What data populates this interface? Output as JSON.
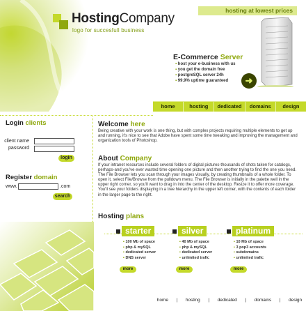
{
  "header": {
    "logo_bold": "Hosting",
    "logo_light": "Company",
    "slogan": "logo for succesfull business",
    "tagline": "hosting at lowest prices",
    "ecommerce": {
      "title_main": "E-Commerce",
      "title_accent": "Server",
      "features": [
        "host your e-business with us",
        "you get the domain free",
        "postgreSQL server 24h",
        "99.9% uptime guaranteed"
      ]
    }
  },
  "nav": [
    "home",
    "hosting",
    "dedicated",
    "domains",
    "design"
  ],
  "login": {
    "title_main": "Login",
    "title_accent": "clients",
    "client_label": "client name",
    "password_label": "password",
    "button": "login"
  },
  "register": {
    "title_main": "Register",
    "title_accent": "domain",
    "www": "www.",
    "com": ".com",
    "button": "search"
  },
  "welcome": {
    "title_main": "Welcome",
    "title_accent": "here",
    "text": "Being creative with your work is one thing, but with complex projects requiring multiple elements to get up and running, it's nice to see that Adobe have spent some time tweaking and improving the management and organization tools of Photoshop."
  },
  "about": {
    "title_main": "About",
    "title_accent": "Company",
    "text1": "If your intranet resources include several folders of digital pictures-thousands of shots taken for catalogs, perhaps-and you've ever wasted time opening one picture and then another trying to find the one you need.",
    "text2": "The File Browser lets you scan through your images visually, by creating thumbnails of a whole folder. To open it, select File/Browse from the pulldown menu. The File Browser is initially in the palette well in the upper right corner, so you'll want to drag in into the center of the desktop. Resize it to offer more coverage. You'll see your folders displaying in a tree hierarchy in the upper left corner, with the contents of each folder in the larger page to the right."
  },
  "plans": {
    "title_main": "Hosting",
    "title_accent": "plans",
    "items": [
      {
        "name": "starter",
        "features": [
          "100 Mb of space",
          "php & mySQL",
          "dedicated server",
          "DNS server"
        ],
        "more": "more"
      },
      {
        "name": "silver",
        "features": [
          "40 Mb of space",
          "php & mySQL",
          "dedicated server",
          "unlimited trafic"
        ],
        "more": "more"
      },
      {
        "name": "platinum",
        "features": [
          "10 Mb of space",
          "3 pop3 accounts",
          "subdomains",
          "unlimited trafic"
        ],
        "more": "more"
      }
    ]
  },
  "footer": [
    "home",
    "hosting",
    "dedicated",
    "domains",
    "design"
  ],
  "colors": {
    "accent": "#c4d92a",
    "accent_dark": "#8fa80e",
    "text": "#333333"
  }
}
